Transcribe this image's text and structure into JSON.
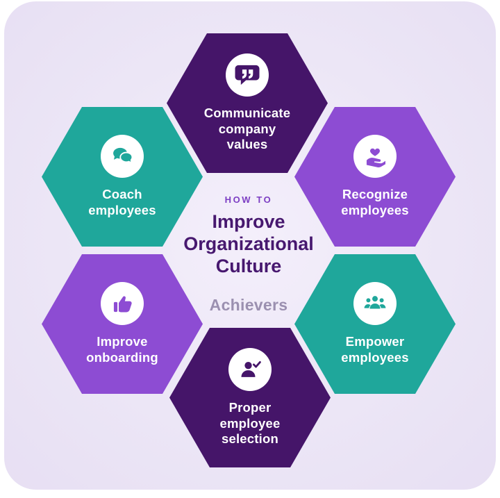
{
  "center": {
    "kicker": "HOW TO",
    "title_lines": [
      "Improve",
      "Organizational",
      "Culture"
    ],
    "brand": "Achievers"
  },
  "hexagons": [
    {
      "label_lines": [
        "Communicate",
        "company",
        "values"
      ],
      "color": "#451569",
      "icon": "quote-bubble-icon",
      "position": "top"
    },
    {
      "label_lines": [
        "Recognize",
        "employees"
      ],
      "color": "#8d4cd3",
      "icon": "heart-in-hand-icon",
      "position": "upper-right"
    },
    {
      "label_lines": [
        "Empower",
        "employees"
      ],
      "color": "#1fa79b",
      "icon": "team-icon",
      "position": "lower-right"
    },
    {
      "label_lines": [
        "Proper",
        "employee",
        "selection"
      ],
      "color": "#451569",
      "icon": "person-check-icon",
      "position": "bottom"
    },
    {
      "label_lines": [
        "Improve",
        "onboarding"
      ],
      "color": "#8d4cd3",
      "icon": "thumbs-up-icon",
      "position": "lower-left"
    },
    {
      "label_lines": [
        "Coach",
        "employees"
      ],
      "color": "#1fa79b",
      "icon": "chat-bubbles-icon",
      "position": "upper-left"
    }
  ],
  "colors": {
    "page_background": "#ffffff",
    "card_background": "#ece6f6",
    "dark_purple": "#451569",
    "medium_purple": "#8d4cd3",
    "teal": "#1fa79b",
    "title_text": "#47186f",
    "kicker_text": "#7c3ec3",
    "brand_text": "#9b90b0",
    "hex_label_text": "#ffffff"
  }
}
